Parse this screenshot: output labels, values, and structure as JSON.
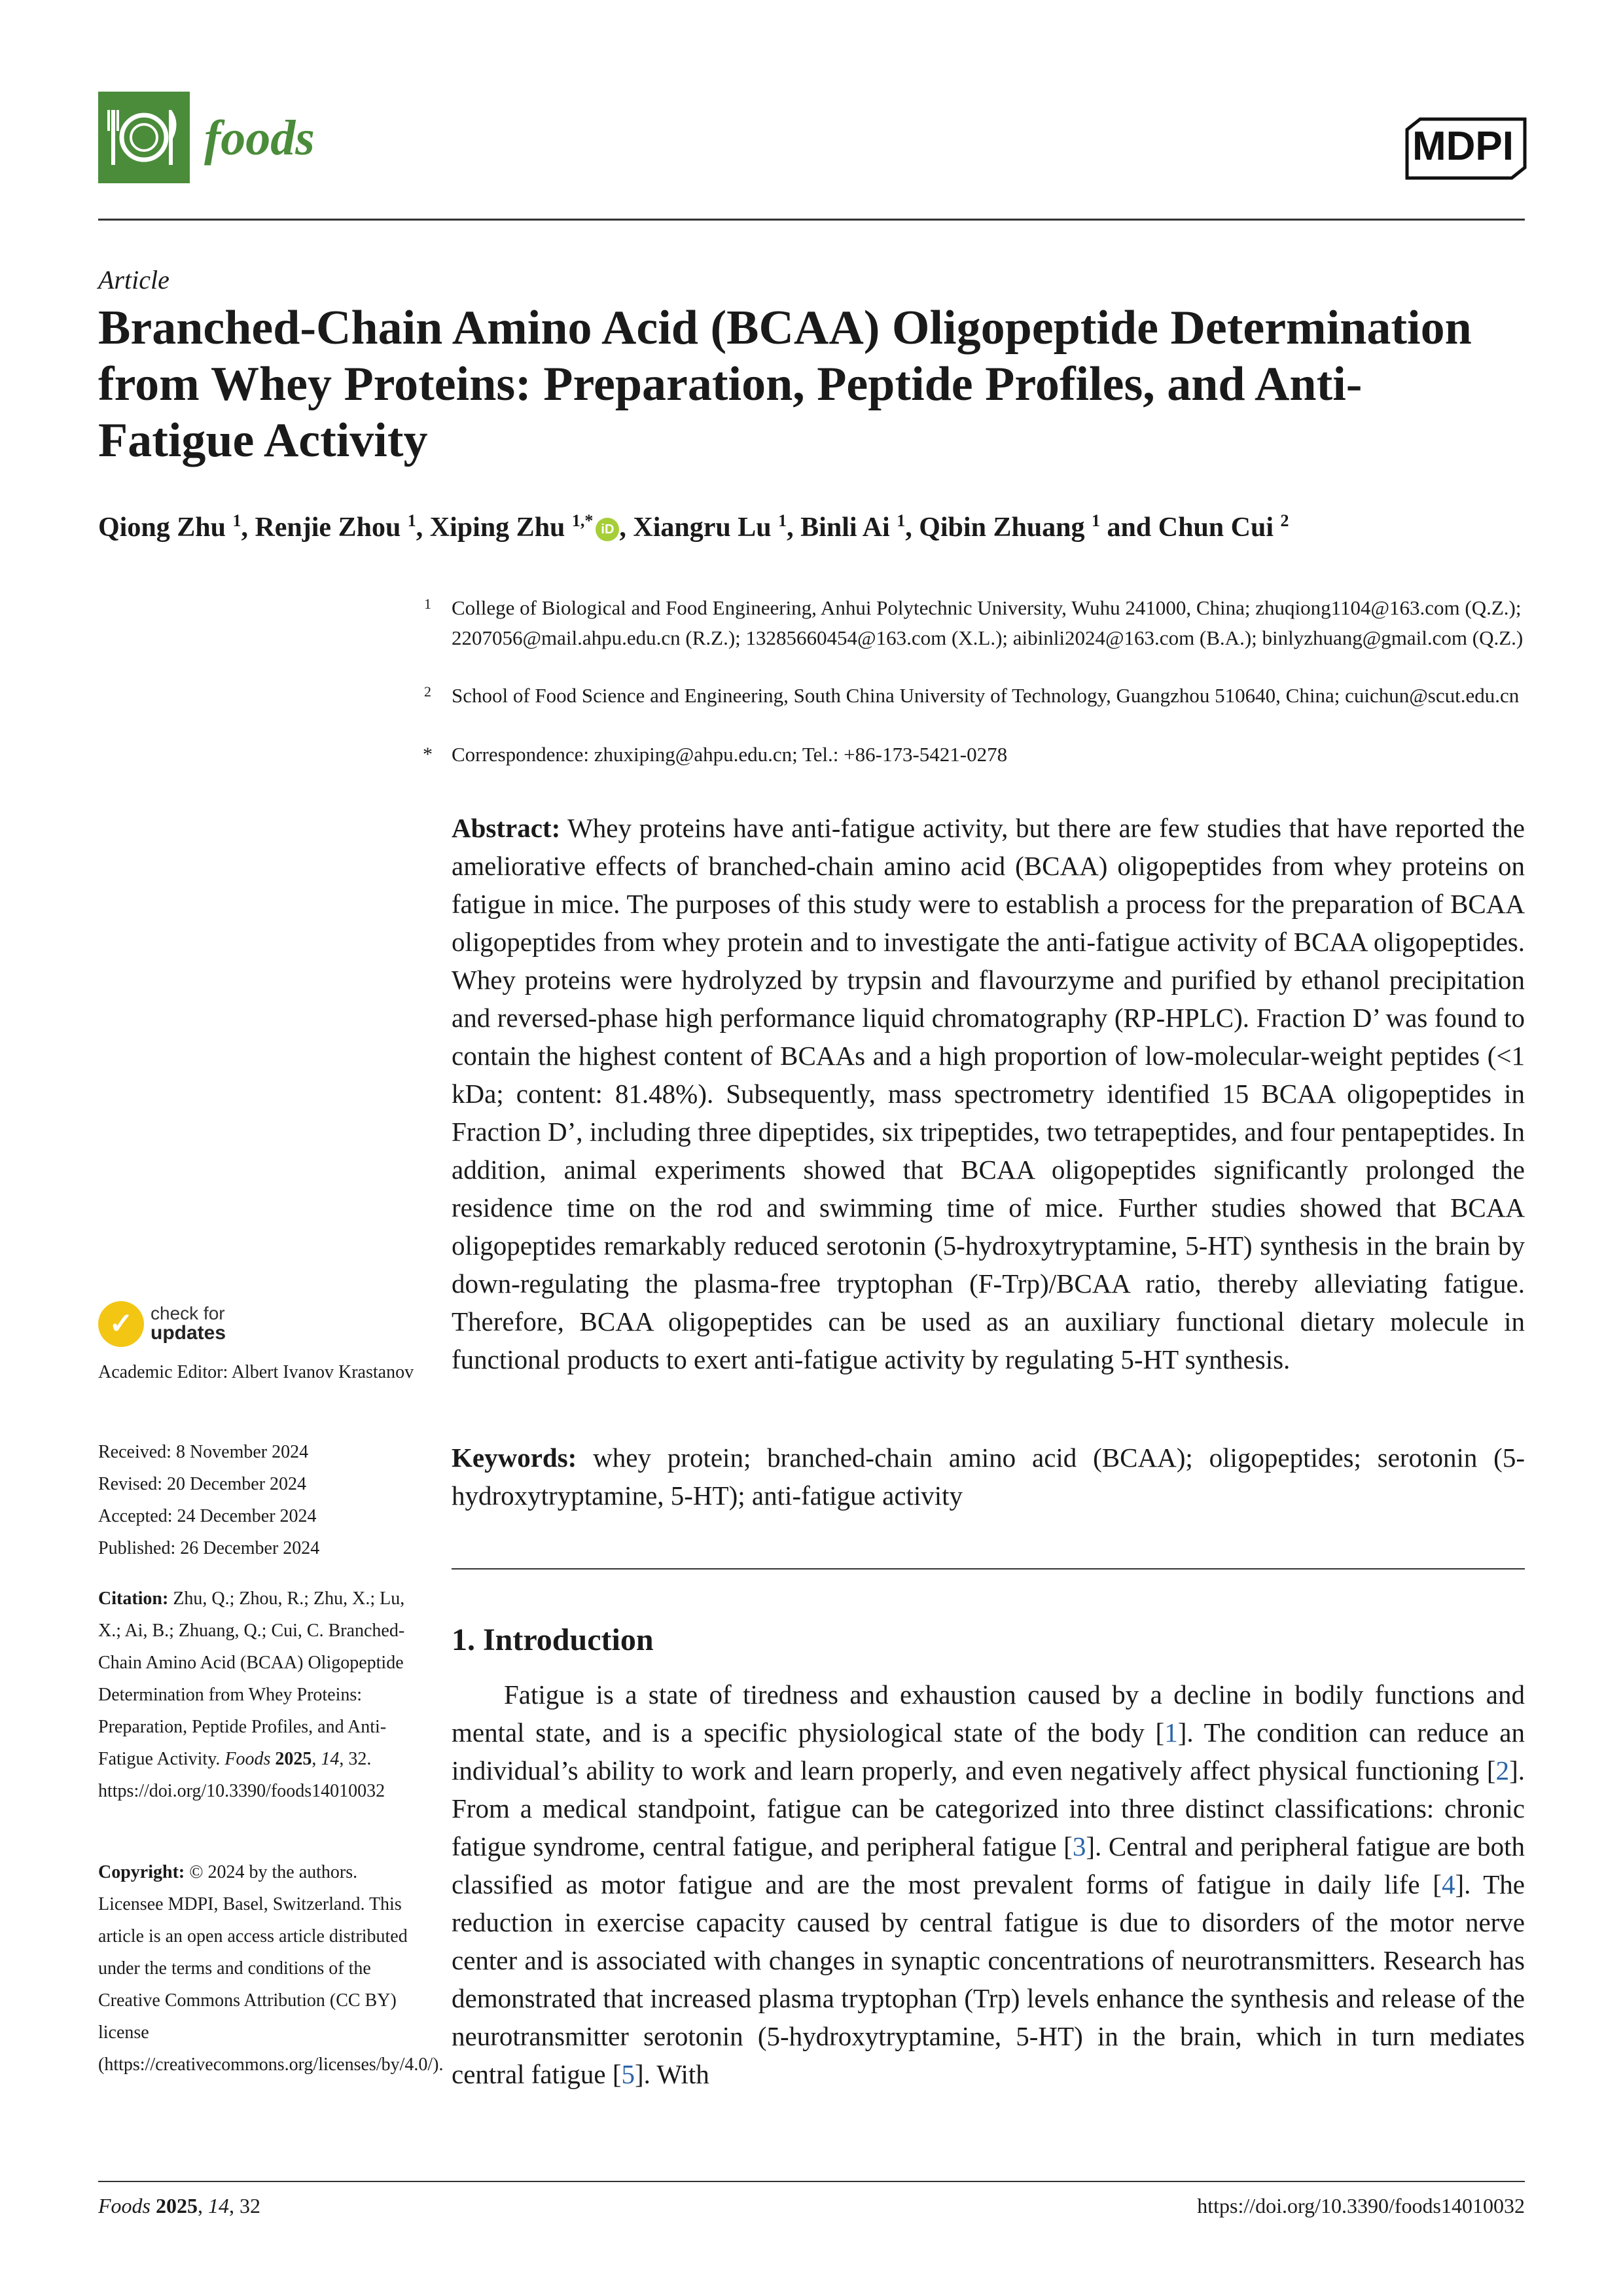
{
  "header": {
    "journal": "foods",
    "publisher": "MDPI",
    "logo_icon": "plate-cutlery-icon",
    "brand_color": "#4a8c3a"
  },
  "article_type": "Article",
  "title": "Branched-Chain Amino Acid (BCAA) Oligopeptide Determination from Whey Proteins: Preparation, Peptide Profiles, and Anti-Fatigue Activity",
  "authors": [
    {
      "name": "Qiong Zhu",
      "aff": "1"
    },
    {
      "name": "Renjie Zhou",
      "aff": "1"
    },
    {
      "name": "Xiping Zhu",
      "aff": "1,*"
    },
    {
      "name": "Xiangru Lu",
      "aff": "1"
    },
    {
      "name": "Binli Ai",
      "aff": "1"
    },
    {
      "name": "Qibin Zhuang",
      "aff": "1"
    },
    {
      "name": "Chun Cui",
      "aff": "2"
    }
  ],
  "orcid_label": "iD",
  "and_word": "and",
  "affiliations": [
    {
      "mark": "1",
      "text": "College of Biological and Food Engineering, Anhui Polytechnic University, Wuhu 241000, China; zhuqiong1104@163.com (Q.Z.); 2207056@mail.ahpu.edu.cn (R.Z.); 13285660454@163.com (X.L.); aibinli2024@163.com (B.A.); binlyzhuang@gmail.com (Q.Z.)"
    },
    {
      "mark": "2",
      "text": "School of Food Science and Engineering, South China University of Technology, Guangzhou 510640, China; cuichun@scut.edu.cn"
    },
    {
      "mark": "*",
      "text": "Correspondence: zhuxiping@ahpu.edu.cn; Tel.: +86-173-5421-0278"
    }
  ],
  "check_updates": {
    "line1": "check for",
    "line2": "updates",
    "icon": "check-circle-icon"
  },
  "sidebar": {
    "editor": "Academic Editor: Albert Ivanov Krastanov",
    "received": "Received: 8 November 2024",
    "revised": "Revised: 20 December 2024",
    "accepted": "Accepted: 24 December 2024",
    "published": "Published: 26 December 2024",
    "citation_label": "Citation:",
    "citation_text": "Zhu, Q.; Zhou, R.; Zhu, X.; Lu, X.; Ai, B.; Zhuang, Q.; Cui, C. Branched-Chain Amino Acid (BCAA) Oligopeptide Determination from Whey Proteins: Preparation, Peptide Profiles, and Anti-Fatigue Activity.",
    "citation_journal": "Foods",
    "citation_year": "2025",
    "citation_volume": "14",
    "citation_tail": ", 32. https://doi.org/10.3390/foods14010032",
    "copyright_label": "Copyright:",
    "copyright_text": "© 2024 by the authors. Licensee MDPI, Basel, Switzerland. This article is an open access article distributed under the terms and conditions of the Creative Commons Attribution (CC BY) license (https://creativecommons.org/licenses/by/4.0/)."
  },
  "abstract": {
    "label": "Abstract:",
    "text": "Whey proteins have anti-fatigue activity, but there are few studies that have reported the ameliorative effects of branched-chain amino acid (BCAA) oligopeptides from whey proteins on fatigue in mice. The purposes of this study were to establish a process for the preparation of BCAA oligopeptides from whey protein and to investigate the anti-fatigue activity of BCAA oligopeptides. Whey proteins were hydrolyzed by trypsin and flavourzyme and purified by ethanol precipitation and reversed-phase high performance liquid chromatography (RP-HPLC). Fraction D’ was found to contain the highest content of BCAAs and a high proportion of low-molecular-weight peptides (<1 kDa; content: 81.48%). Subsequently, mass spectrometry identified 15 BCAA oligopeptides in Fraction D’, including three dipeptides, six tripeptides, two tetrapeptides, and four pentapeptides. In addition, animal experiments showed that BCAA oligopeptides significantly prolonged the residence time on the rod and swimming time of mice. Further studies showed that BCAA oligopeptides remarkably reduced serotonin (5-hydroxytryptamine, 5-HT) synthesis in the brain by down-regulating the plasma-free tryptophan (F-Trp)/BCAA ratio, thereby alleviating fatigue. Therefore, BCAA oligopeptides can be used as an auxiliary functional dietary molecule in functional products to exert anti-fatigue activity by regulating 5-HT synthesis."
  },
  "keywords": {
    "label": "Keywords:",
    "text": "whey protein; branched-chain amino acid (BCAA); oligopeptides; serotonin (5-hydroxytryptamine, 5-HT); anti-fatigue activity"
  },
  "section": {
    "heading": "1. Introduction",
    "segments": [
      {
        "t": "Fatigue is a state of tiredness and exhaustion caused by a decline in bodily functions and mental state, and is a specific physiological state of the body ["
      },
      {
        "r": "1"
      },
      {
        "t": "]. The condition can reduce an individual’s ability to work and learn properly, and even negatively affect physical functioning ["
      },
      {
        "r": "2"
      },
      {
        "t": "]. From a medical standpoint, fatigue can be categorized into three distinct classifications: chronic fatigue syndrome, central fatigue, and peripheral fatigue ["
      },
      {
        "r": "3"
      },
      {
        "t": "]. Central and peripheral fatigue are both classified as motor fatigue and are the most prevalent forms of fatigue in daily life ["
      },
      {
        "r": "4"
      },
      {
        "t": "]. The reduction in exercise capacity caused by central fatigue is due to disorders of the motor nerve center and is associated with changes in synaptic concentrations of neurotransmitters. Research has demonstrated that increased plasma tryptophan (Trp) levels enhance the synthesis and release of the neurotransmitter serotonin (5-hydroxytryptamine, 5-HT) in the brain, which in turn mediates central fatigue ["
      },
      {
        "r": "5"
      },
      {
        "t": "]. With"
      }
    ]
  },
  "footer": {
    "journal": "Foods",
    "year": "2025",
    "volume": "14",
    "article": ", 32",
    "doi": "https://doi.org/10.3390/foods14010032"
  }
}
